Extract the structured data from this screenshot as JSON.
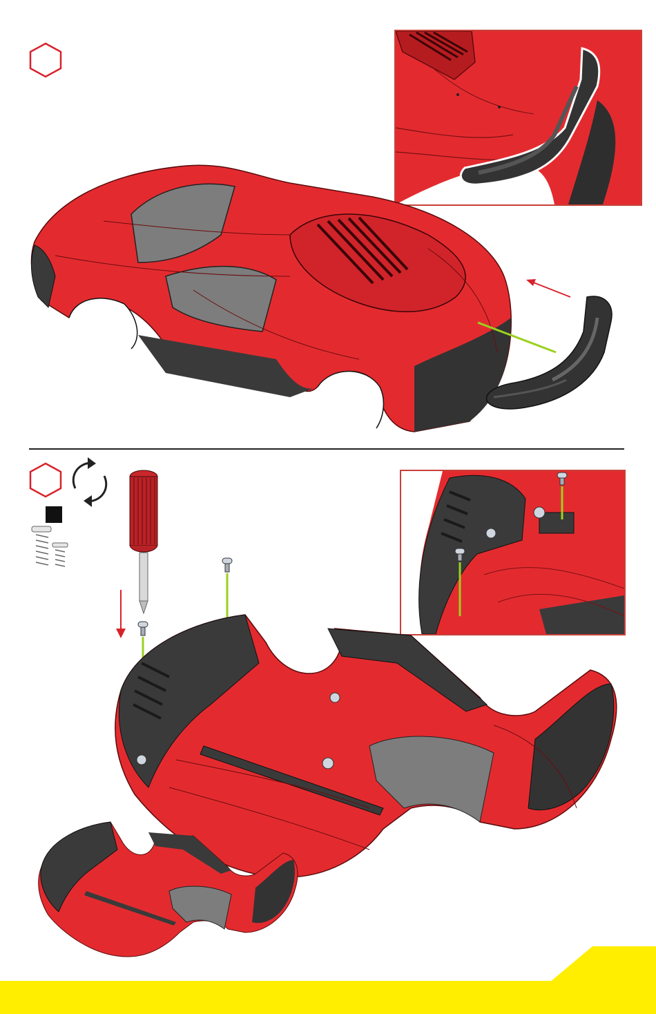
{
  "page": {
    "background": "#ffffff",
    "accent_red": "#d8222a",
    "body_red": "#e32b2f",
    "trim_dark": "#3a3a3a",
    "guide_line_green": "#9bd11e",
    "footer_yellow": "#ffee00"
  },
  "step_a": {
    "hex_icon": "hexagon-step-icon",
    "arrow_icon": "arrow-left-icon",
    "part": "rear-wing-part",
    "inset": "rear-wing-detail-inset"
  },
  "step_b": {
    "hex_icon": "hexagon-step-icon",
    "rotate_icon": "rotate-icon",
    "tool": "screwdriver-icon",
    "screws": "screw-parts-icon",
    "arrow_icon": "arrow-down-icon",
    "inset": "screw-detail-inset"
  }
}
